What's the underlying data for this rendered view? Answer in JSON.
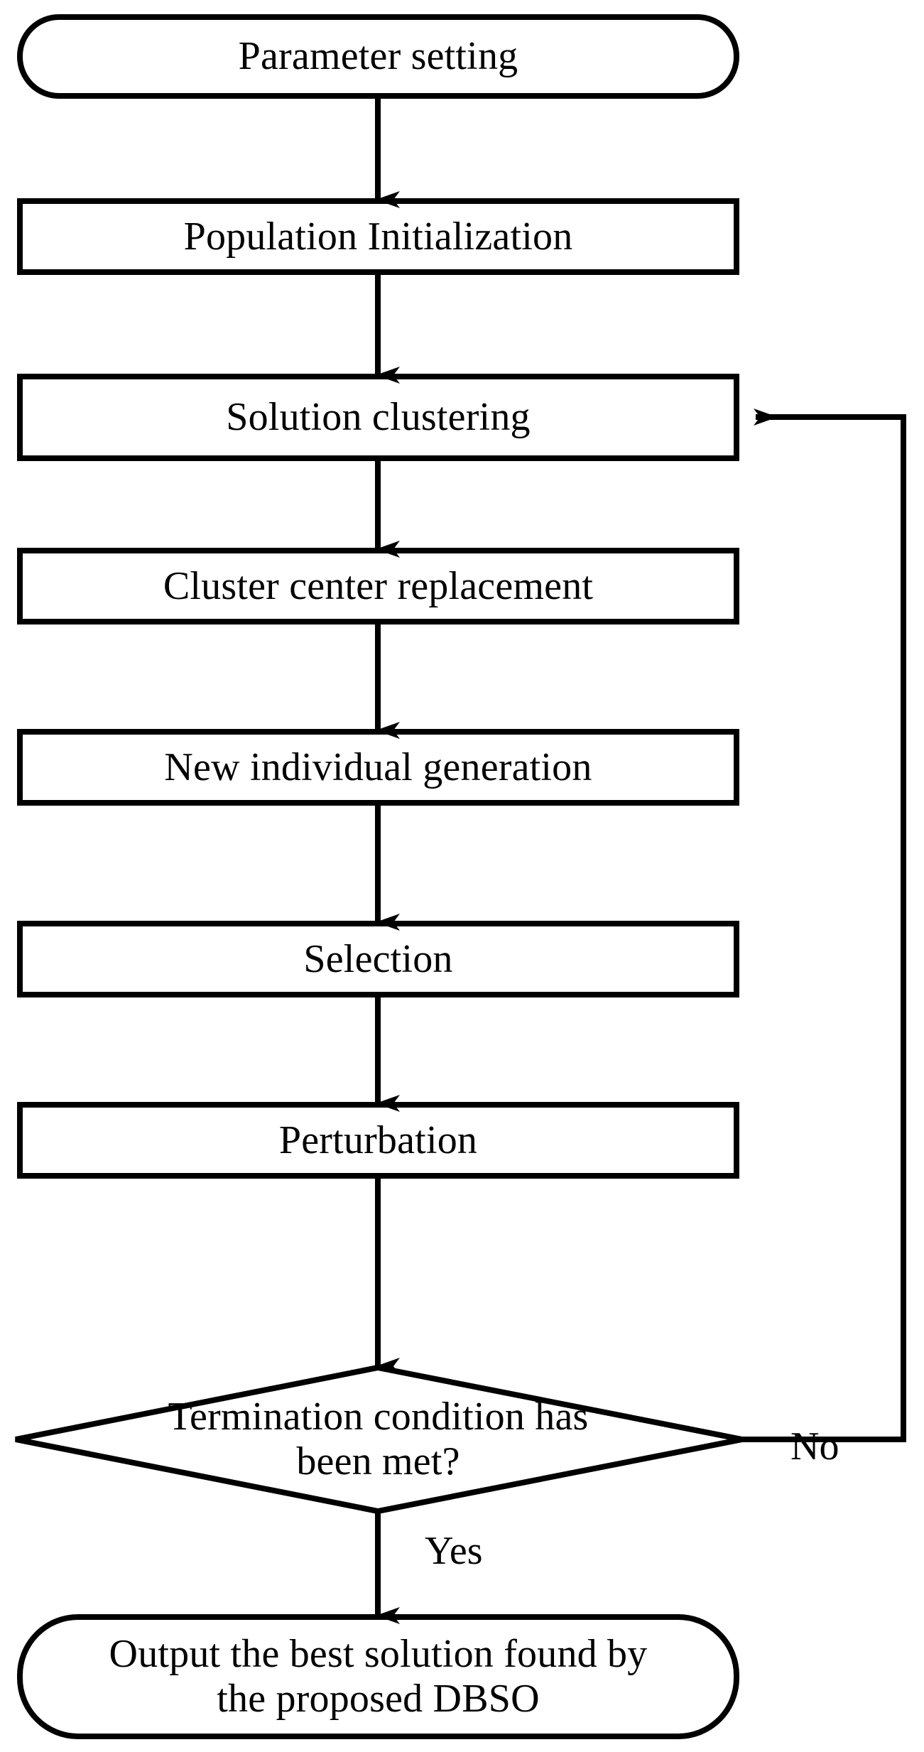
{
  "diagram": {
    "title": "DBSO algorithm flowchart",
    "type": "flowchart",
    "stroke_color": "#000000",
    "background_color": "#ffffff",
    "nodes": [
      {
        "id": "start",
        "shape": "terminator",
        "label": "Parameter setting"
      },
      {
        "id": "init",
        "shape": "process",
        "label": "Population Initialization"
      },
      {
        "id": "clustering",
        "shape": "process",
        "label": "Solution clustering"
      },
      {
        "id": "center_replace",
        "shape": "process",
        "label": "Cluster center replacement"
      },
      {
        "id": "new_individual",
        "shape": "process",
        "label": "New individual generation"
      },
      {
        "id": "selection",
        "shape": "process",
        "label": "Selection"
      },
      {
        "id": "perturbation",
        "shape": "process",
        "label": "Perturbation"
      },
      {
        "id": "decision",
        "shape": "decision",
        "label": "Termination condition has\nbeen met?"
      },
      {
        "id": "output",
        "shape": "terminator",
        "label": "Output the best solution found by\nthe proposed DBSO"
      }
    ],
    "edges": [
      {
        "from": "start",
        "to": "init",
        "label": ""
      },
      {
        "from": "init",
        "to": "clustering",
        "label": ""
      },
      {
        "from": "clustering",
        "to": "center_replace",
        "label": ""
      },
      {
        "from": "center_replace",
        "to": "new_individual",
        "label": ""
      },
      {
        "from": "new_individual",
        "to": "selection",
        "label": ""
      },
      {
        "from": "selection",
        "to": "perturbation",
        "label": ""
      },
      {
        "from": "perturbation",
        "to": "decision",
        "label": ""
      },
      {
        "from": "decision",
        "to": "output",
        "label": "Yes"
      },
      {
        "from": "decision",
        "to": "clustering",
        "label": "No"
      }
    ],
    "edge_labels": {
      "yes": "Yes",
      "no": "No"
    }
  }
}
